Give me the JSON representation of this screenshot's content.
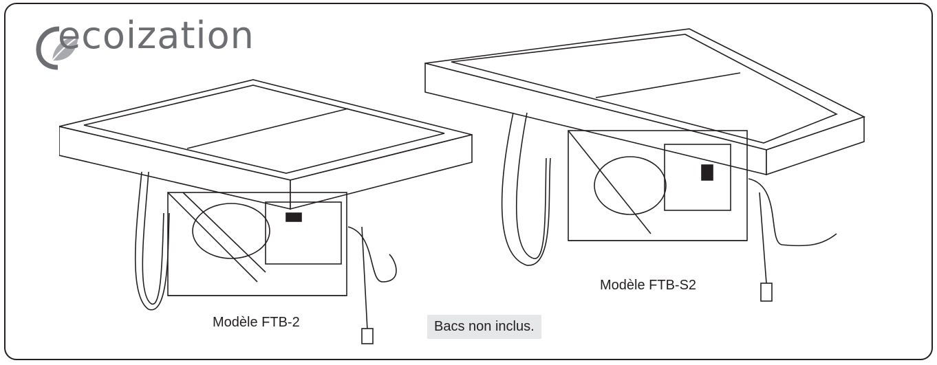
{
  "brand": {
    "name": "ecoization",
    "accent": "#6d6e71"
  },
  "products": [
    {
      "label": "Modèle FTB-2"
    },
    {
      "label": "Modèle FTB-S2"
    }
  ],
  "note": "Bacs non inclus."
}
